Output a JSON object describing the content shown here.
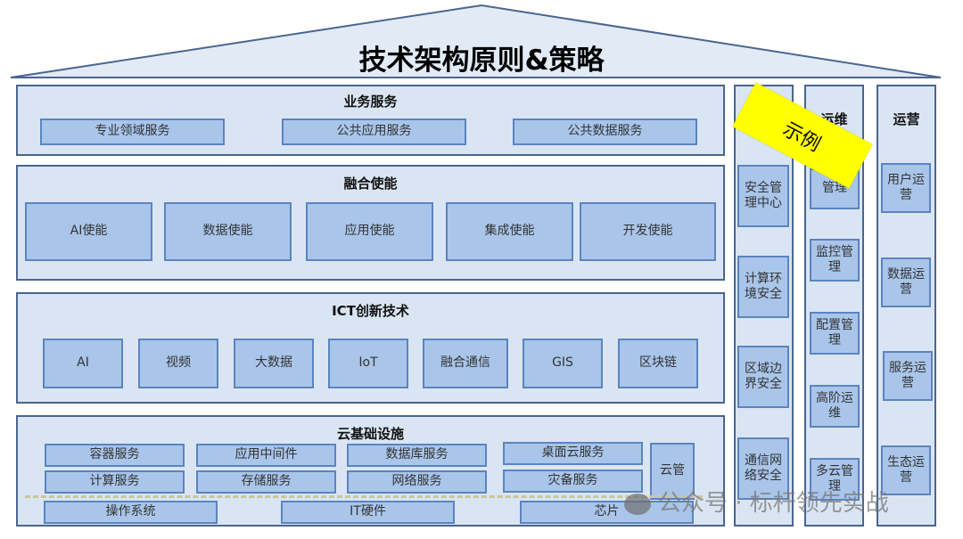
{
  "title": "技术架构原则&策略",
  "sticker": "示例",
  "layers": {
    "business": {
      "title": "业务服务",
      "items": [
        "专业领域服务",
        "公共应用服务",
        "公共数据服务"
      ]
    },
    "enable": {
      "title": "融合使能",
      "items": [
        "AI使能",
        "数据使能",
        "应用使能",
        "集成使能",
        "开发使能"
      ]
    },
    "ict": {
      "title": "ICT创新技术",
      "items": [
        "AI",
        "视频",
        "大数据",
        "IoT",
        "融合通信",
        "GIS",
        "区块链"
      ]
    },
    "cloud": {
      "title": "云基础设施",
      "row1": [
        "容器服务",
        "应用中间件",
        "数据库服务",
        "桌面云服务"
      ],
      "row2": [
        "计算服务",
        "存储服务",
        "网络服务",
        "灾备服务"
      ],
      "side": "云管",
      "bottom": [
        "操作系统",
        "IT硬件",
        "芯片"
      ]
    }
  },
  "columns": {
    "security": {
      "items": [
        "安全管理中心",
        "计算环境安全",
        "区域边界安全",
        "通信网络安全"
      ]
    },
    "ops": {
      "title": "运维",
      "items": [
        "管理",
        "监控管理",
        "配置管理",
        "高阶运维",
        "多云管理"
      ]
    },
    "operation": {
      "title": "运营",
      "items": [
        "用户运营",
        "数据运营",
        "服务运营",
        "生态运营"
      ]
    }
  },
  "watermark": "公众号 · 标杆领先实战",
  "colors": {
    "panel": "#dae5f3",
    "box": "#a9c5ea",
    "border": "#4a6590",
    "sticker": "#ffff00"
  }
}
